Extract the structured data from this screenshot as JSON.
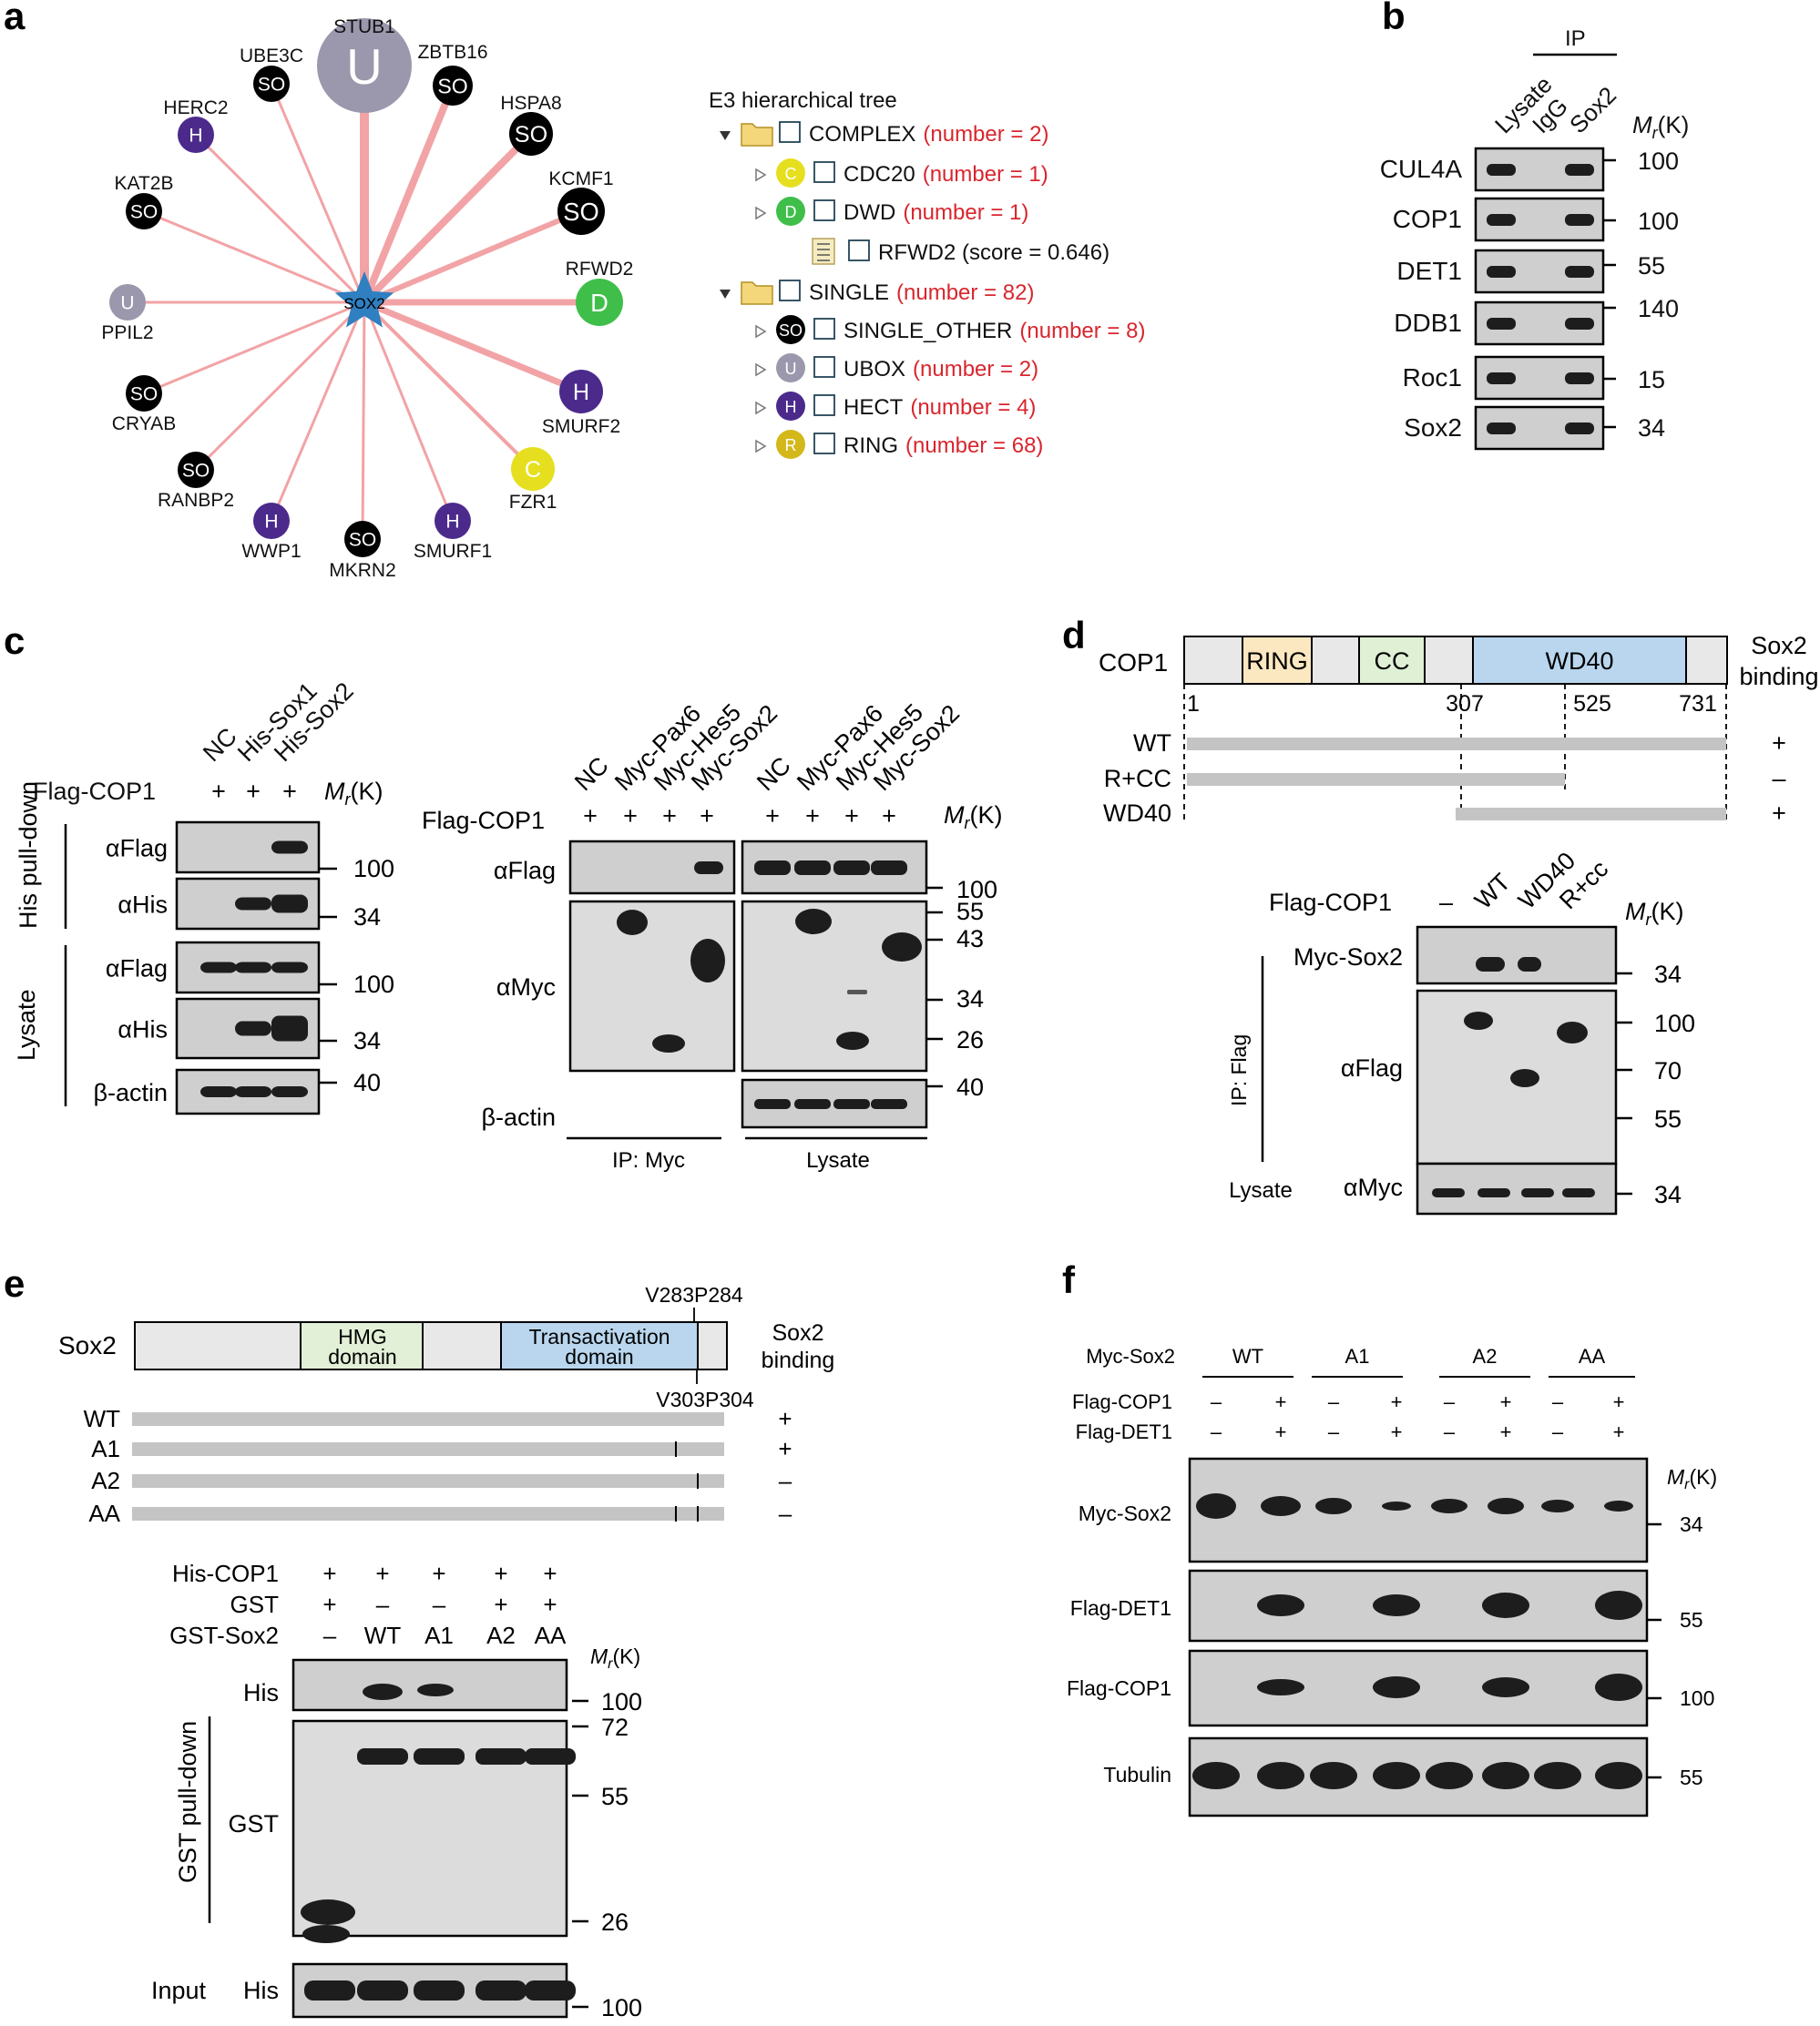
{
  "panels": {
    "a": "a",
    "b": "b",
    "c": "c",
    "d": "d",
    "e": "e",
    "f": "f"
  },
  "colors": {
    "U": "#9b98ad",
    "SO": "#000000",
    "H": "#4b2a8c",
    "D": "#3fbf4a",
    "C": "#e6df1f",
    "R": "#d4b81a",
    "hub": "#2f7fc1",
    "edge": "#f2a3a6"
  },
  "network": {
    "hub": "SOX2",
    "nodes": [
      {
        "name": "STUB1",
        "type": "U"
      },
      {
        "name": "ZBTB16",
        "type": "SO"
      },
      {
        "name": "HSPA8",
        "type": "SO"
      },
      {
        "name": "KCMF1",
        "type": "SO"
      },
      {
        "name": "RFWD2",
        "type": "D"
      },
      {
        "name": "SMURF2",
        "type": "H"
      },
      {
        "name": "FZR1",
        "type": "C"
      },
      {
        "name": "SMURF1",
        "type": "H"
      },
      {
        "name": "MKRN2",
        "type": "SO"
      },
      {
        "name": "WWP1",
        "type": "H"
      },
      {
        "name": "RANBP2",
        "type": "SO"
      },
      {
        "name": "CRYAB",
        "type": "SO"
      },
      {
        "name": "PPIL2",
        "type": "U"
      },
      {
        "name": "KAT2B",
        "type": "SO"
      },
      {
        "name": "HERC2",
        "type": "H"
      },
      {
        "name": "UBE3C",
        "type": "SO"
      }
    ]
  },
  "tree": {
    "title": "E3 hierarchical tree",
    "rows": [
      {
        "name": "COMPLEX",
        "count": "(number = 2)",
        "icon": "folder"
      },
      {
        "name": "CDC20",
        "count": "(number = 1)",
        "icon": "C"
      },
      {
        "name": "DWD",
        "count": "(number = 1)",
        "icon": "D"
      },
      {
        "name": "RFWD2 (score = 0.646)",
        "count": "",
        "icon": "doc"
      },
      {
        "name": "SINGLE",
        "count": "(number = 82)",
        "icon": "folder"
      },
      {
        "name": "SINGLE_OTHER",
        "count": "(number = 8)",
        "icon": "SO"
      },
      {
        "name": "UBOX",
        "count": "(number = 2)",
        "icon": "U"
      },
      {
        "name": "HECT",
        "count": "(number = 4)",
        "icon": "H"
      },
      {
        "name": "RING",
        "count": "(number = 68)",
        "icon": "R"
      }
    ]
  },
  "b": {
    "ip": "IP",
    "lanes": [
      "Lysate",
      "IgG",
      "Sox2"
    ],
    "mr": "M",
    "mr_sub": "r",
    "mr_unit": "(K)",
    "rows": [
      {
        "label": "CUL4A",
        "mw": "100"
      },
      {
        "label": "COP1",
        "mw": "100"
      },
      {
        "label": "DET1",
        "mw": "55"
      },
      {
        "label": "DDB1",
        "mw": "140"
      },
      {
        "label": "Roc1",
        "mw": "15"
      },
      {
        "label": "Sox2",
        "mw": "34"
      }
    ]
  },
  "c_left": {
    "lanes": [
      "NC",
      "His-Sox1",
      "His-Sox2"
    ],
    "row_label": "Flag-COP1",
    "plus": "+",
    "group1": "His pull-down",
    "group2": "Lysate",
    "rows": [
      {
        "label": "αFlag",
        "mw": "100"
      },
      {
        "label": "αHis",
        "mw": "34"
      },
      {
        "label": "αFlag",
        "mw": "100"
      },
      {
        "label": "αHis",
        "mw": "34"
      },
      {
        "label": "β-actin",
        "mw": "40"
      }
    ]
  },
  "c_right": {
    "lanes": [
      "NC",
      "Myc-Pax6",
      "Myc-Hes5",
      "Myc-Sox2"
    ],
    "row_label": "Flag-COP1",
    "plus": "+",
    "rows": [
      {
        "label": "αFlag"
      },
      {
        "label": "αMyc"
      },
      {
        "label": "β-actin"
      }
    ],
    "mws": [
      "100",
      "55",
      "43",
      "34",
      "26",
      "40"
    ],
    "group1": "IP: Myc",
    "group2": "Lysate"
  },
  "d": {
    "protein": "COP1",
    "domains": [
      "RING",
      "CC",
      "WD40"
    ],
    "positions": [
      "1",
      "307",
      "525",
      "731"
    ],
    "binding_title": [
      "Sox2",
      "binding"
    ],
    "constructs": [
      {
        "name": "WT",
        "binding": "+"
      },
      {
        "name": "R+CC",
        "binding": "–"
      },
      {
        "name": "WD40",
        "binding": "+"
      }
    ],
    "lanes_title": "Flag-COP1",
    "lanes": [
      "–",
      "WT",
      "WD40",
      "R+cc"
    ],
    "rows": [
      {
        "label": "Myc-Sox2"
      },
      {
        "label": "αFlag"
      },
      {
        "label": "αMyc"
      }
    ],
    "mws": [
      "34",
      "100",
      "70",
      "55",
      "34"
    ],
    "ip": "IP: Flag",
    "lysate": "Lysate"
  },
  "e": {
    "protein": "Sox2",
    "domains": [
      "HMG domain",
      "Transactivation domain"
    ],
    "sites": [
      "V283P284",
      "V303P304"
    ],
    "binding_title": [
      "Sox2",
      "binding"
    ],
    "constructs": [
      {
        "name": "WT",
        "binding": "+"
      },
      {
        "name": "A1",
        "binding": "+"
      },
      {
        "name": "A2",
        "binding": "–"
      },
      {
        "name": "AA",
        "binding": "–"
      }
    ],
    "rows_top": [
      {
        "label": "His-COP1",
        "vals": [
          "+",
          "+",
          "+",
          "+",
          "+"
        ]
      },
      {
        "label": "GST",
        "vals": [
          "+",
          "–",
          "–",
          "+",
          "+"
        ]
      },
      {
        "label": "GST-Sox2",
        "vals": [
          "–",
          "WT",
          "A1",
          "A2",
          "AA"
        ]
      }
    ],
    "blot_rows": [
      {
        "label": "His"
      },
      {
        "label": "GST"
      },
      {
        "label": "His"
      }
    ],
    "group": "GST pull-down",
    "input": "Input",
    "mws": [
      "100",
      "72",
      "55",
      "26",
      "100"
    ]
  },
  "f": {
    "title": "Myc-Sox2",
    "groups": [
      "WT",
      "A1",
      "A2",
      "AA"
    ],
    "rows": [
      {
        "label": "Flag-COP1",
        "vals": [
          "–",
          "+",
          "–",
          "+",
          "–",
          "+",
          "–",
          "+"
        ]
      },
      {
        "label": "Flag-DET1",
        "vals": [
          "–",
          "+",
          "–",
          "+",
          "–",
          "+",
          "–",
          "+"
        ]
      }
    ],
    "blot_rows": [
      {
        "label": "Myc-Sox2",
        "mw": "34"
      },
      {
        "label": "Flag-DET1",
        "mw": "55"
      },
      {
        "label": "Flag-COP1",
        "mw": "100"
      },
      {
        "label": "Tubulin",
        "mw": "55"
      }
    ]
  }
}
